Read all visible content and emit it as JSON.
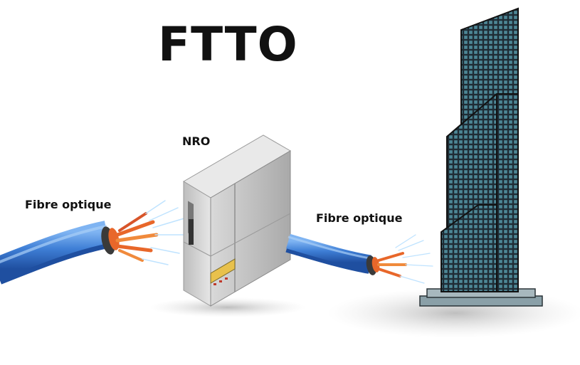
{
  "title": "FTTO",
  "nodes": {
    "nro": "NRO"
  },
  "labels": {
    "fibre_left": "Fibre optique",
    "fibre_right": "Fibre optique"
  },
  "colors": {
    "cable_blue": "#3f7fd6",
    "building_dark": "#1f2c35",
    "building_window": "#4d8796",
    "cabinet_gray": "#cfcfcf",
    "fiber_core": "#e8672a"
  }
}
